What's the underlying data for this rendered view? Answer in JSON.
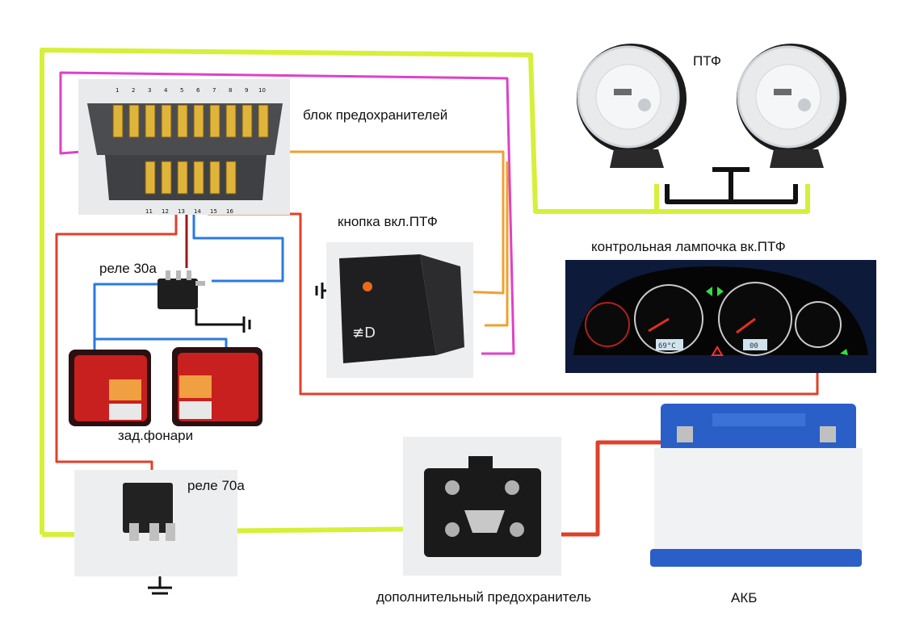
{
  "labels": {
    "fog_lights": "ПТФ",
    "fuse_block": "блок предохранителей",
    "fog_button": "кнопка вкл.ПТФ",
    "indicator_lamp": "контрольная лампочка вк.ПТФ",
    "relay_30": "реле 30а",
    "tail_lights": "зад.фонари",
    "relay_70": "реле 70а",
    "extra_fuse": "дополнительный предохранитель",
    "battery": "АКБ"
  },
  "fuse_block": {
    "top_numbers": [
      "1",
      "2",
      "3",
      "4",
      "5",
      "6",
      "7",
      "8",
      "9",
      "10"
    ],
    "bottom_numbers": [
      "11",
      "12",
      "13",
      "14",
      "15",
      "16"
    ]
  },
  "dashboard": {
    "temp_display": "69°C",
    "odo_display": "00"
  },
  "wire_colors": {
    "yellow_green": "#d6f03a",
    "magenta": "#e040c8",
    "orange": "#f0a030",
    "red": "#e0402a",
    "blue": "#2a7ae0",
    "dark_red": "#9a1a1a",
    "black": "#111111"
  }
}
